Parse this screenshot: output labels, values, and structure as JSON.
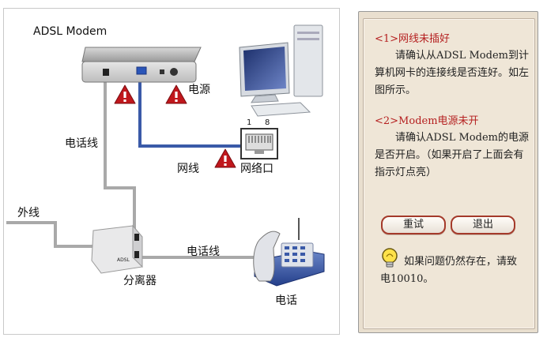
{
  "diagram": {
    "modem_label": "ADSL Modem",
    "power_label": "电源",
    "phone_line_label_1": "电话线",
    "network_cable_label": "网线",
    "network_port_label": "网络口",
    "port_pin_1": "1",
    "port_pin_8": "8",
    "outside_line_label": "外线",
    "splitter_label": "分离器",
    "phone_line_label_2": "电话线",
    "telephone_label": "电话",
    "splitter_text": "ADSL"
  },
  "help": {
    "item1_title": "<1>网线未插好",
    "item1_body": "请确认从ADSL Modem到计算机网卡的连接线是否连好。如左图所示。",
    "item2_title": "<2>Modem电源未开",
    "item2_body": "请确认ADSL Modem的电源是否开启。（如果开启了上面会有指示灯点亮）",
    "retry_button": "重试",
    "exit_button": "退出",
    "tip_text": "如果问题仍然存在，请致电10010。"
  },
  "colors": {
    "cable_blue": "#3a5aa8",
    "phone_cable_gray": "#a9a9a9",
    "warning_red": "#c0171c",
    "accent_red": "#b52020"
  },
  "icons": [
    "warning-icon",
    "computer-icon",
    "rj45-port-icon",
    "splitter-icon",
    "telephone-icon",
    "lightbulb-icon"
  ]
}
